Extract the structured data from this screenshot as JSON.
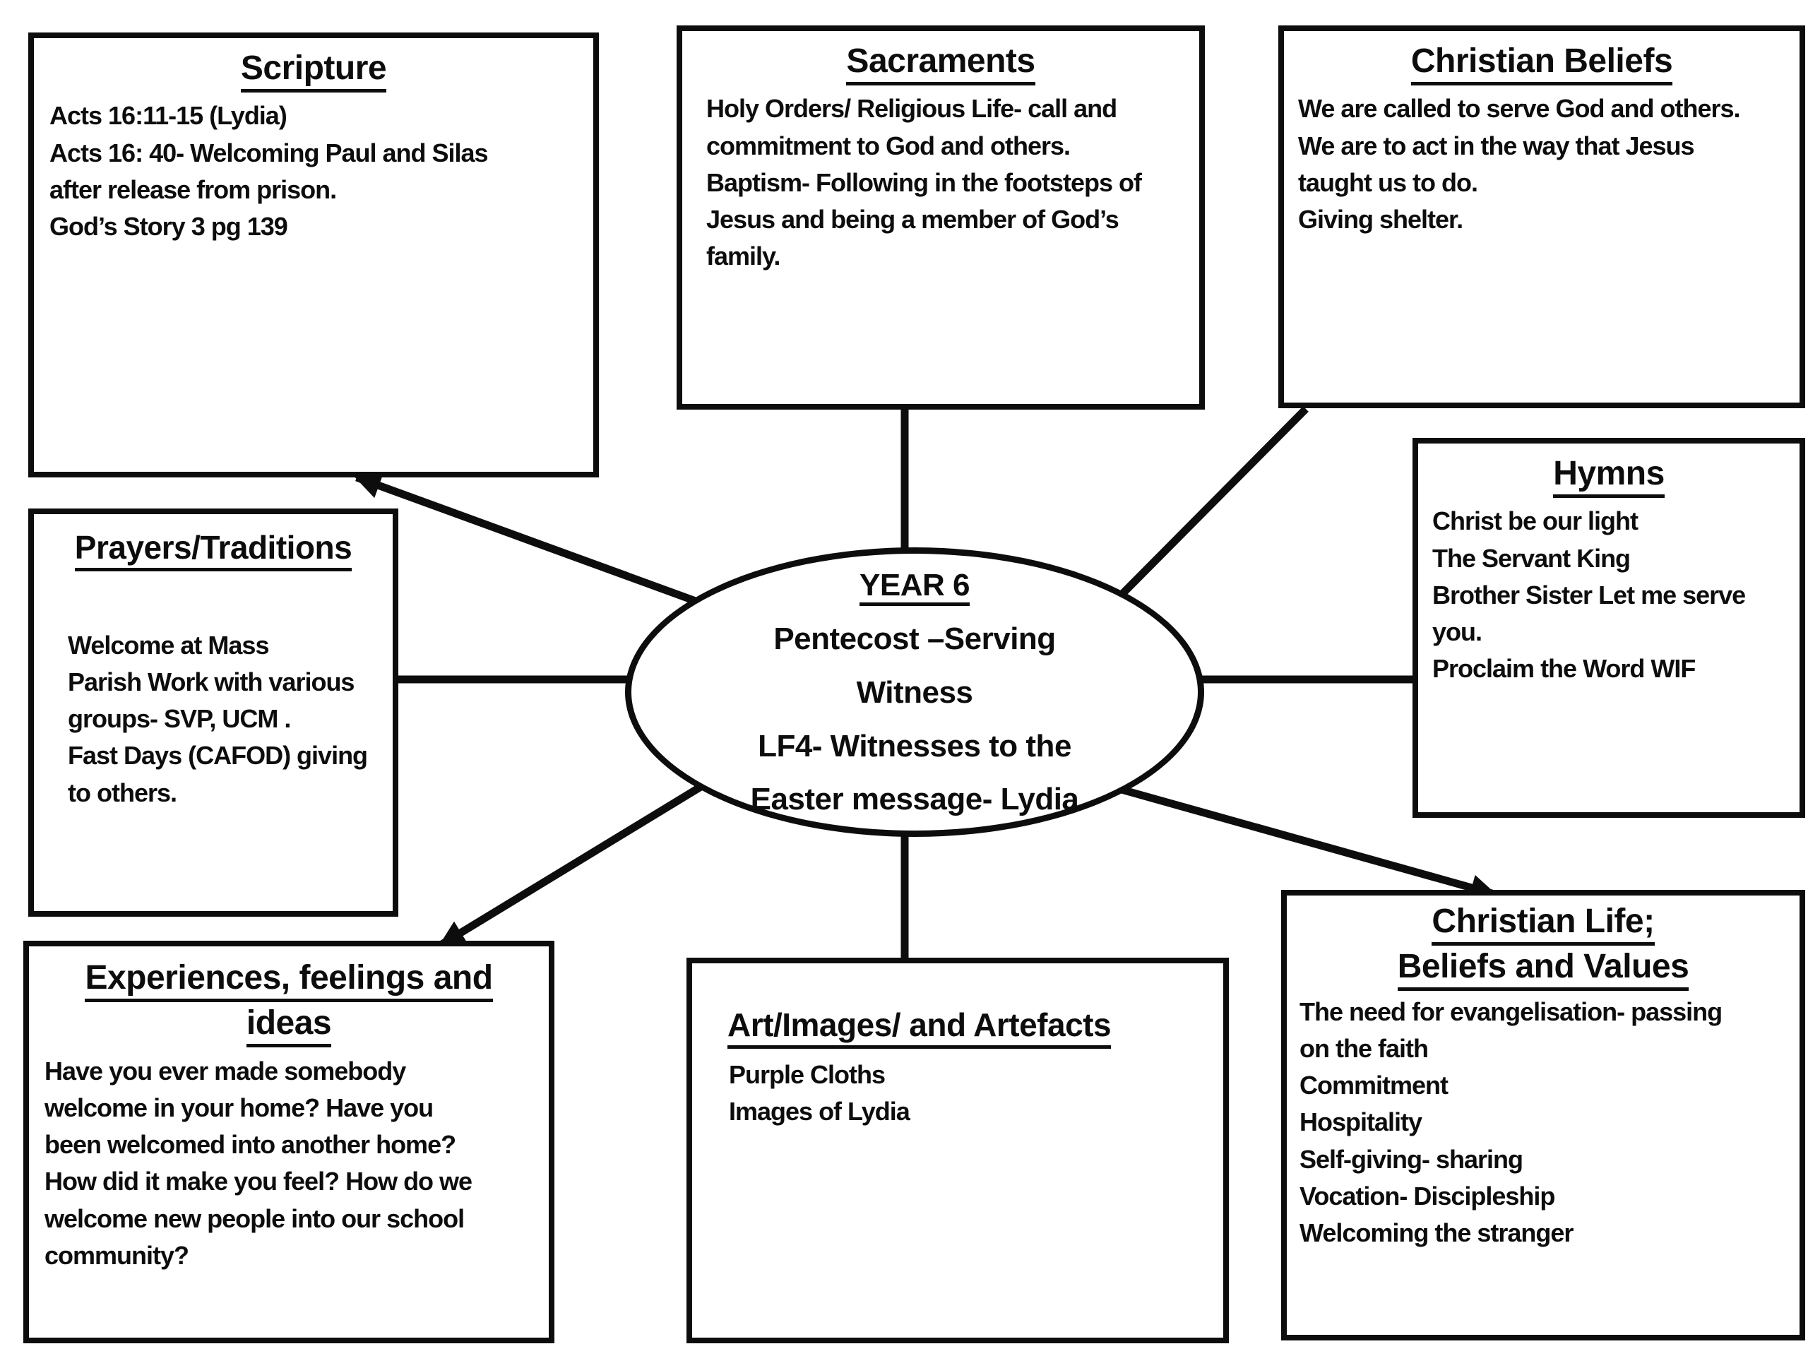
{
  "page": {
    "background": "#ffffff",
    "ink": "#0d0d0d"
  },
  "center": {
    "title": "YEAR 6",
    "lines": [
      "Pentecost –Serving",
      "Witness",
      "LF4- Witnesses to the",
      "Easter message- Lydia"
    ]
  },
  "boxes": {
    "scripture": {
      "title": "Scripture",
      "lines": [
        "Acts 16:11-15 (Lydia)",
        "Acts 16: 40- Welcoming Paul and Silas",
        "after release from prison.",
        "God’s Story  3 pg 139"
      ]
    },
    "sacraments": {
      "title": "Sacraments",
      "lines": [
        "Holy Orders/ Religious Life- call and",
        "commitment to God and others.",
        "Baptism- Following in the footsteps of",
        "Jesus and being a member of God’s",
        "family."
      ]
    },
    "christian_beliefs": {
      "title": "Christian Beliefs",
      "lines": [
        "We are called to serve God and others.",
        "We are to act in the way that Jesus",
        "taught us to do.",
        "Giving shelter."
      ]
    },
    "hymns": {
      "title": "Hymns",
      "lines": [
        "Christ be our light",
        "The Servant King",
        "Brother Sister Let me serve",
        "you.",
        "Proclaim the Word WIF"
      ]
    },
    "prayers_traditions": {
      "title": "Prayers/Traditions",
      "lines": [
        "Welcome at Mass",
        "Parish Work with various",
        "groups- SVP, UCM .",
        "Fast Days (CAFOD) giving",
        "to others."
      ]
    },
    "experiences": {
      "title_line1": "Experiences, feelings and",
      "title_line2": "ideas",
      "lines": [
        "Have you ever made somebody",
        "welcome in your home? Have you",
        "been welcomed into another home?",
        "How did it make you feel? How do we",
        "welcome new people into our school",
        "community?"
      ]
    },
    "art_images": {
      "title": "Art/Images/ and Artefacts",
      "lines": [
        "Purple Cloths",
        "Images of Lydia"
      ]
    },
    "christian_life": {
      "title_line1": "Christian Life;",
      "title_line2": "Beliefs and Values",
      "lines": [
        "The need for evangelisation- passing",
        "on the faith",
        "Commitment",
        "Hospitality",
        "Self-giving- sharing",
        "Vocation- Discipleship",
        "Welcoming the stranger"
      ]
    }
  }
}
